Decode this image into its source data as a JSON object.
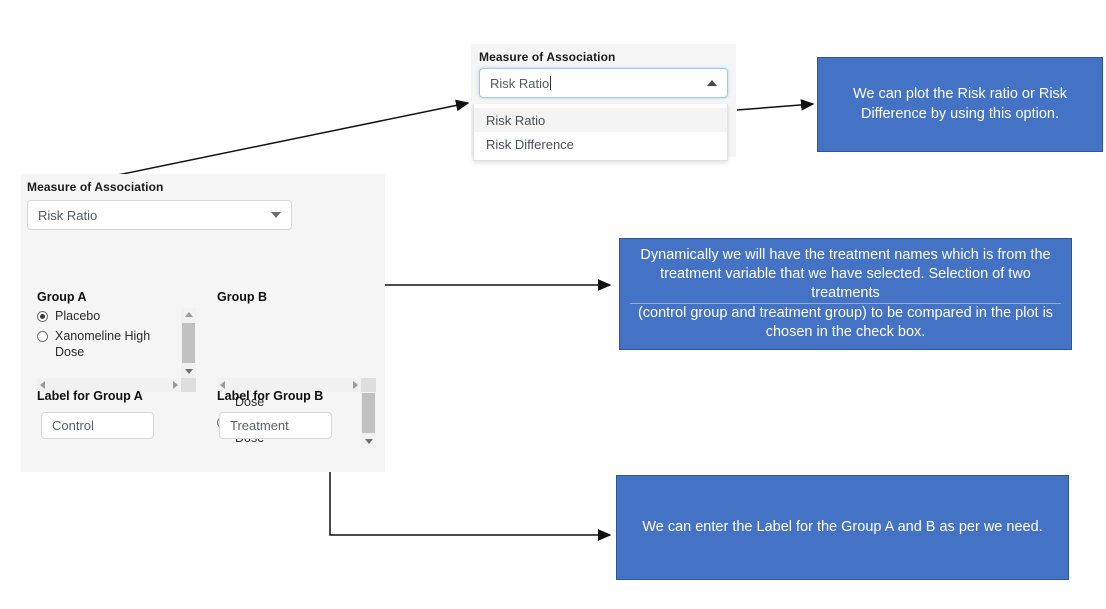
{
  "popup_widget": {
    "title": "Measure of Association",
    "selected_value": "Risk Ratio",
    "caret_icon": "caret-up-icon",
    "options": [
      "Risk Ratio",
      "Risk Difference"
    ]
  },
  "panel": {
    "measure_label": "Measure of Association",
    "measure_value": "Risk Ratio",
    "caret_icon": "caret-down-icon",
    "group_a": {
      "title": "Group A",
      "options": [
        {
          "label": "Placebo",
          "selected": true
        },
        {
          "label": "Xanomeline High Dose",
          "selected": false
        }
      ],
      "label_caption": "Label for Group A",
      "label_value": "Control"
    },
    "group_b": {
      "title": "Group B",
      "options": [
        {
          "label": "Xanomeline High Dose",
          "selected": true
        },
        {
          "label": "Xanomeline Low Dose",
          "selected": false
        }
      ],
      "label_caption": "Label for Group B",
      "label_value": "Treatment"
    }
  },
  "callouts": {
    "measure": "We can plot the Risk ratio or Risk Difference by using this option.",
    "groups_a": "Dynamically we will have the treatment names which is from the treatment variable that we have selected. Selection of two ",
    "groups_b": "treatments",
    "groups_c": "(control group and treatment group) to be compared in the plot is chosen in the check box.",
    "labels": "We can enter the Label for the Group A and B as per we need."
  },
  "colors": {
    "callout_fill": "#4472c4",
    "callout_border": "#2f5597",
    "panel_bg": "#f5f5f5",
    "focus_border": "#9ecaed"
  }
}
